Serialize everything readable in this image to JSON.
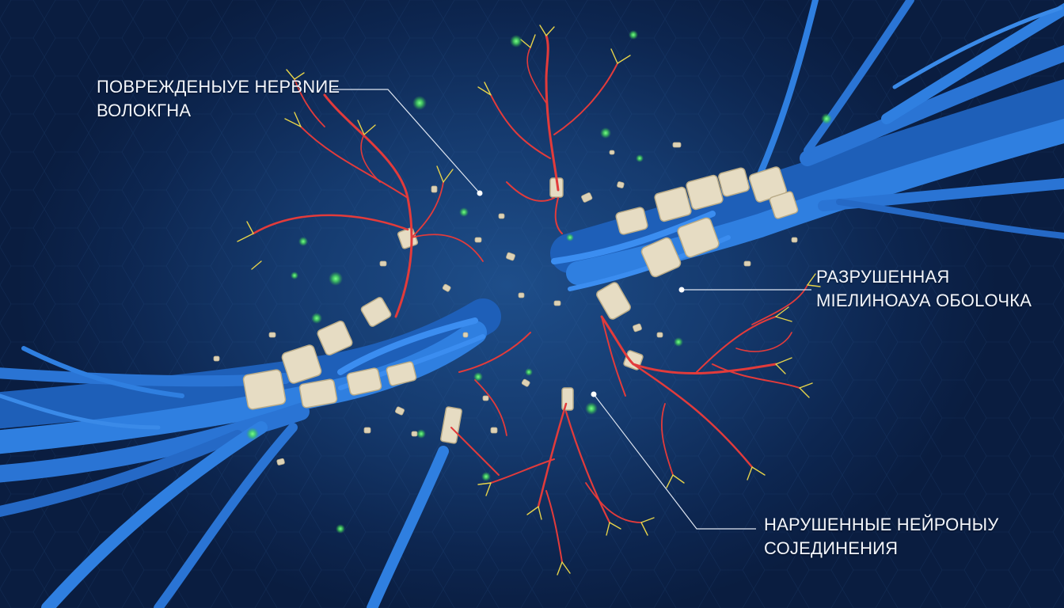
{
  "labels": {
    "damaged_fibers": {
      "line1": "ПОВРЕЖДЕНЫУЕ НЕРВNИЕ",
      "line2": "ВОЛОКГНА"
    },
    "destroyed_myelin": {
      "line1": "РАЗРУШЕННАЯ",
      "line2": "МIЕЛИНОАУА ОБОLОЧКА"
    },
    "impaired_connections": {
      "line1": "НАРУШЕННЫЕ НЕЙРОНЫУ",
      "line2": "СОJЕДИНЕНИЯ"
    }
  },
  "colors": {
    "background": "#0d2650",
    "nerve_fiber": "#2f7fe0",
    "myelin": "#e6dcc3",
    "axon_branch": "#e23b3b",
    "branch_tip": "#e6d34a",
    "particle": "#57e06a",
    "label_text": "#f2f5fb"
  }
}
